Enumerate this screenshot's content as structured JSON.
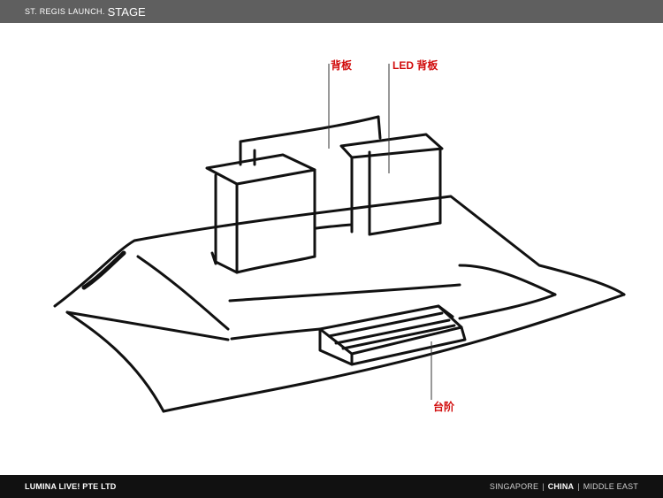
{
  "header": {
    "title_small": "ST. REGIS LAUNCH.",
    "title_large": "STAGE"
  },
  "labels": {
    "backdrop": "背板",
    "led_backdrop": "LED 背板",
    "steps": "台阶"
  },
  "footer": {
    "company": "LUMINA LIVE! PTE LTD",
    "regions": [
      "SINGAPORE",
      "CHINA",
      "MIDDLE EAST"
    ],
    "highlight_region": "CHINA"
  },
  "colors": {
    "header_bg": "#5f5f5f",
    "footer_bg": "#111111",
    "label_red": "#d10c0c",
    "ink": "#111111"
  }
}
